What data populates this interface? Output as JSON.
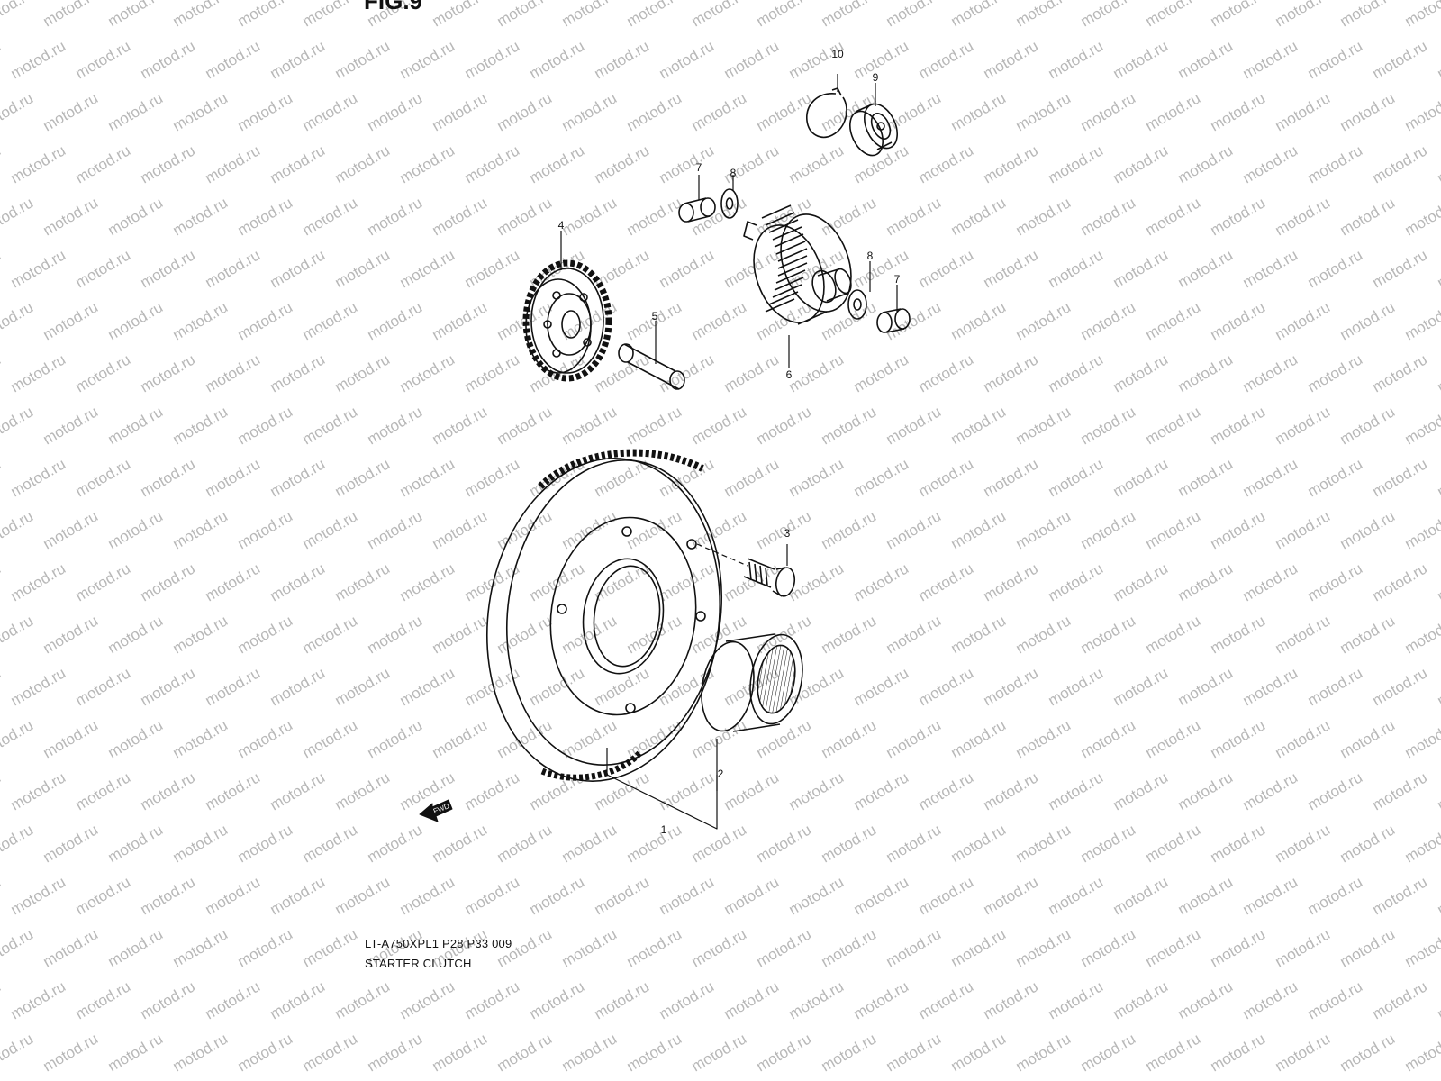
{
  "figure_title": "FIG.9",
  "watermark_text": "motod.ru",
  "watermark_color": "#b8b8b8",
  "line_color": "#111111",
  "fwd_label": "FWD",
  "part_numbers": [
    "1",
    "2",
    "3",
    "4",
    "5",
    "6",
    "7",
    "8",
    "9",
    "10"
  ],
  "caption": {
    "model": "LT-A750XPL1 P28 P33  009",
    "title": "STARTER CLUTCH"
  }
}
